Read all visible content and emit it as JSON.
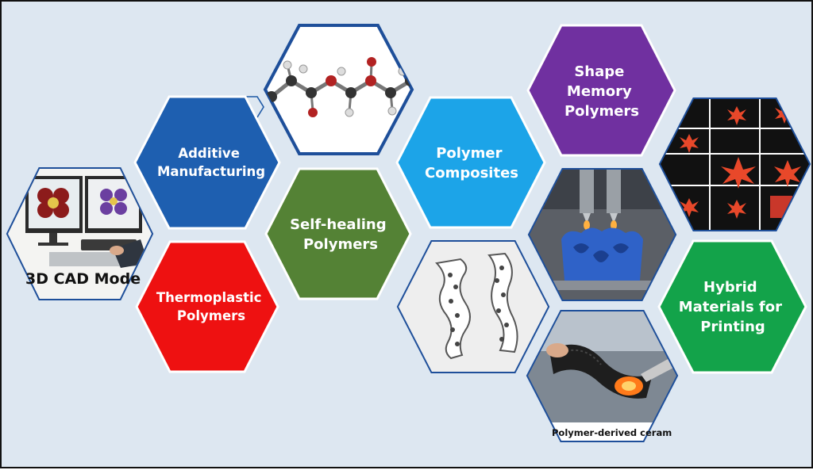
{
  "colors": {
    "background": "#dde7f1",
    "hex_border": "#1f5aa6",
    "additive": "#1e5fb0",
    "thermoplastic": "#ee1111",
    "selfhealing": "#548235",
    "composites": "#1ca4e8",
    "shape_memory": "#7030a0",
    "hybrid": "#13a34a",
    "photo_frame": "#ffffff",
    "photo_outline": "#1e4f9a"
  },
  "hexagons": [
    {
      "id": "additive",
      "lines": [
        "Additive",
        "Manufacturing"
      ]
    },
    {
      "id": "thermoplastic",
      "lines": [
        "Thermoplastic",
        "Polymers"
      ]
    },
    {
      "id": "selfhealing",
      "lines": [
        "Self-healing",
        "Polymers"
      ]
    },
    {
      "id": "composites",
      "lines": [
        "Polymer",
        "Composites"
      ]
    },
    {
      "id": "shape_memory",
      "lines": [
        "Shape",
        "Memory",
        "Polymers"
      ]
    },
    {
      "id": "hybrid",
      "lines": [
        "Hybrid",
        "Materials for",
        "Printing"
      ]
    }
  ],
  "photos": [
    {
      "id": "cad",
      "icon": "cad-workstation-icon",
      "caption": "3D CAD Mode"
    },
    {
      "id": "molecule",
      "icon": "molecule-icon"
    },
    {
      "id": "printer",
      "icon": "3d-printer-icon"
    },
    {
      "id": "lattice",
      "icon": "lattice-tubes-icon"
    },
    {
      "id": "starfish",
      "icon": "starfish-grid-icon"
    },
    {
      "id": "ceramic",
      "icon": "ceramic-torch-icon",
      "caption": "Polymer-derived ceram"
    }
  ]
}
